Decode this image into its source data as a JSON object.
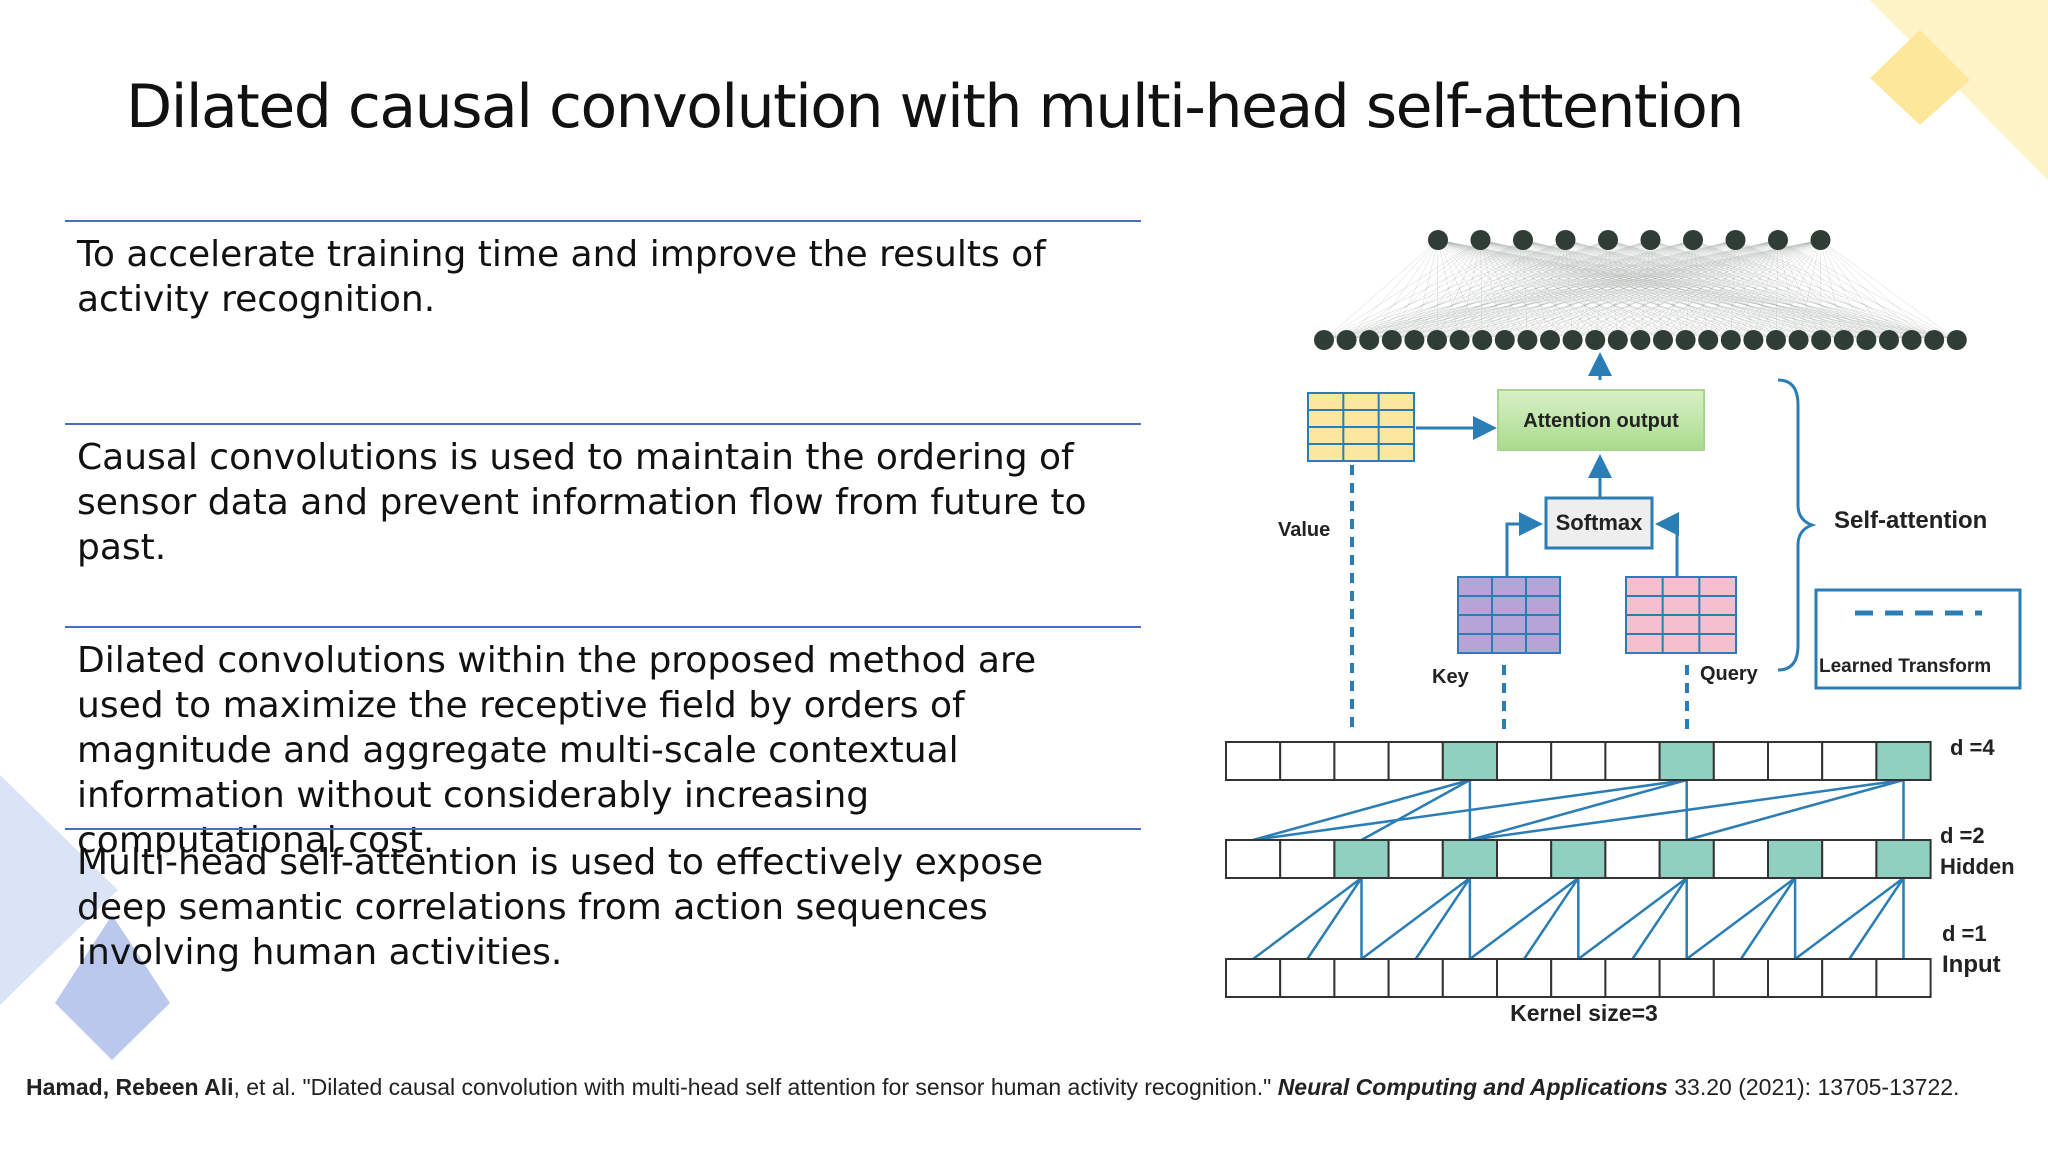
{
  "slide": {
    "title": "Dilated causal convolution with multi-head self-attention",
    "bullets": [
      "To accelerate training time and improve the results of activity recognition.",
      " Causal convolutions is used  to maintain the ordering of sensor data and  prevent information flow from future to past.",
      "Dilated convolutions within the proposed method are used to maximize the receptive field by orders of magnitude and aggregate multi-scale contextual information without considerably increasing computational cost.",
      "Multi-head self-attention is used to effectively expose deep semantic correlations from action sequences involving human activities."
    ]
  },
  "diagram": {
    "labels": {
      "attention_output": "Attention output",
      "softmax": "Softmax",
      "value": "Value",
      "key": "Key",
      "query": "Query",
      "self_attention": "Self-attention",
      "learned_transform": "Learned Transform",
      "d4": "d =4",
      "d2": "d =2",
      "hidden": "Hidden",
      "d1": "d =1",
      "input": "Input",
      "kernel": "Kernel size=3"
    },
    "colors": {
      "teal": "#8fd0c0",
      "line_blue": "#2a7db5",
      "value_yellow": "#fbe7a0",
      "key_purple": "#b7a4d6",
      "query_pink": "#f5bfd0",
      "attention_green": "#bfe6a8",
      "node_dark": "#2f3d34"
    }
  },
  "citation": {
    "author": "Hamad, Rebeen Ali",
    "text": ", et al. \"Dilated causal convolution with multi-head self attention for sensor human activity recognition.\" ",
    "journal": "Neural Computing and Applications",
    "rest": " 33.20 (2021): 13705-13722."
  },
  "decoration": {
    "top_right_color": "#fde79a",
    "bottom_left_color": "#b9c8ec"
  }
}
